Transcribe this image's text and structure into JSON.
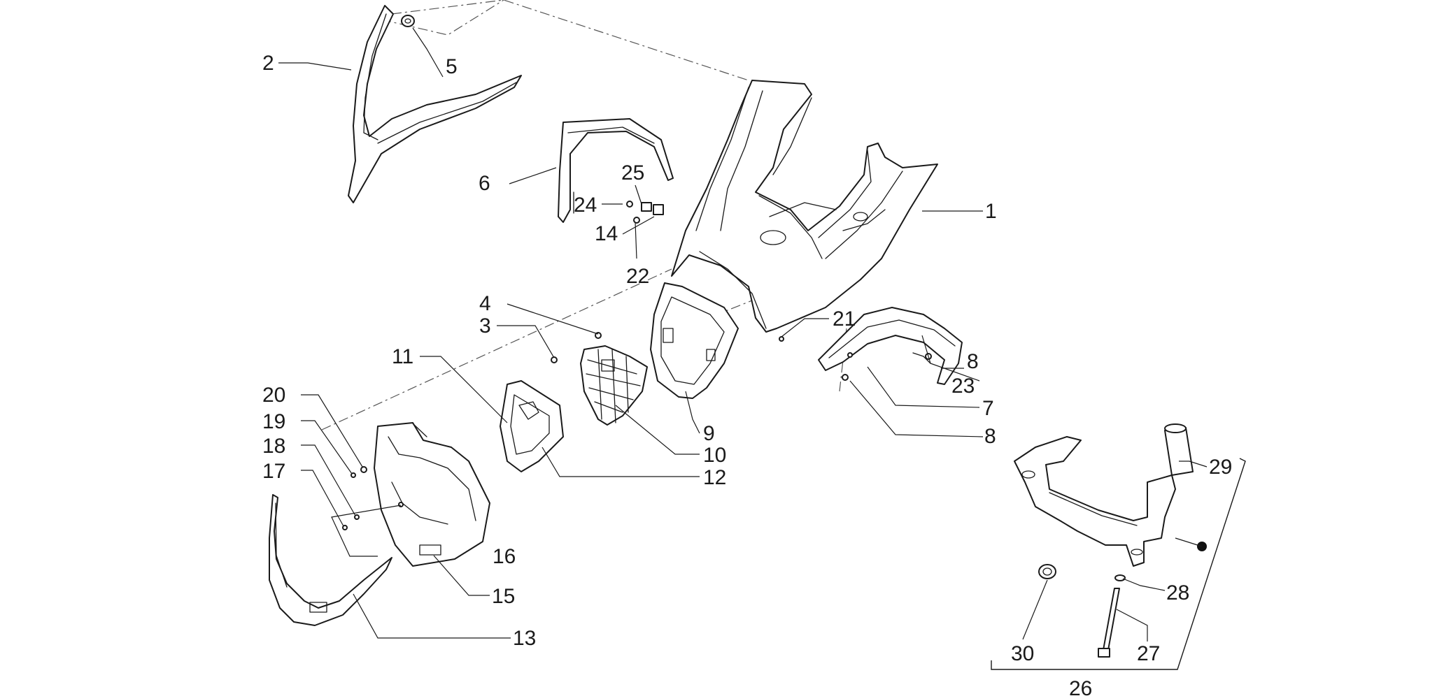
{
  "diagram": {
    "callouts": [
      "1",
      "2",
      "3",
      "4",
      "5",
      "6",
      "7",
      "8",
      "8",
      "9",
      "10",
      "11",
      "12",
      "13",
      "14",
      "15",
      "16",
      "17",
      "18",
      "19",
      "20",
      "21",
      "22",
      "23",
      "24",
      "25",
      "26",
      "27",
      "28",
      "29",
      "30"
    ]
  }
}
